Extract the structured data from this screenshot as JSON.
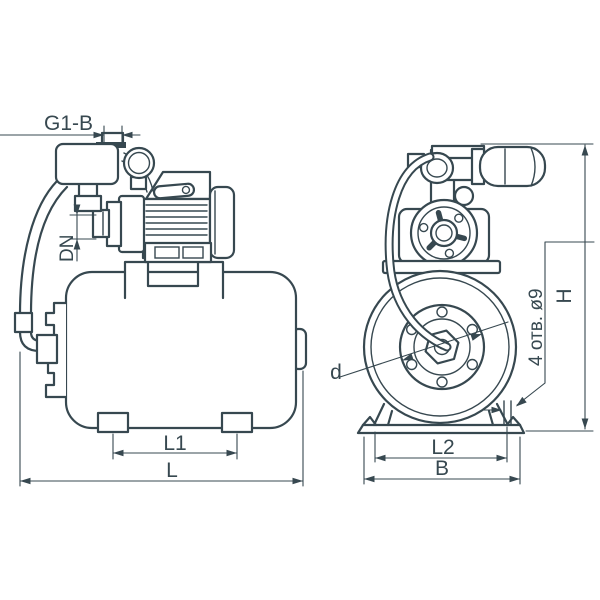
{
  "drawing": {
    "type": "technical-dimension-drawing",
    "subject": "booster pump station on horizontal pressure tank, two orthographic views",
    "labels": {
      "outlet_thread": "G1-B",
      "nominal_diameter": "DN",
      "foot_spacing_side": "L1",
      "overall_length": "L",
      "flange_diameter": "d",
      "mounting_holes": "4 отв. ø9",
      "overall_height": "H",
      "foot_spacing_front": "L2",
      "overall_width": "B"
    },
    "colors": {
      "line": "#374850",
      "background": "#ffffff"
    }
  }
}
